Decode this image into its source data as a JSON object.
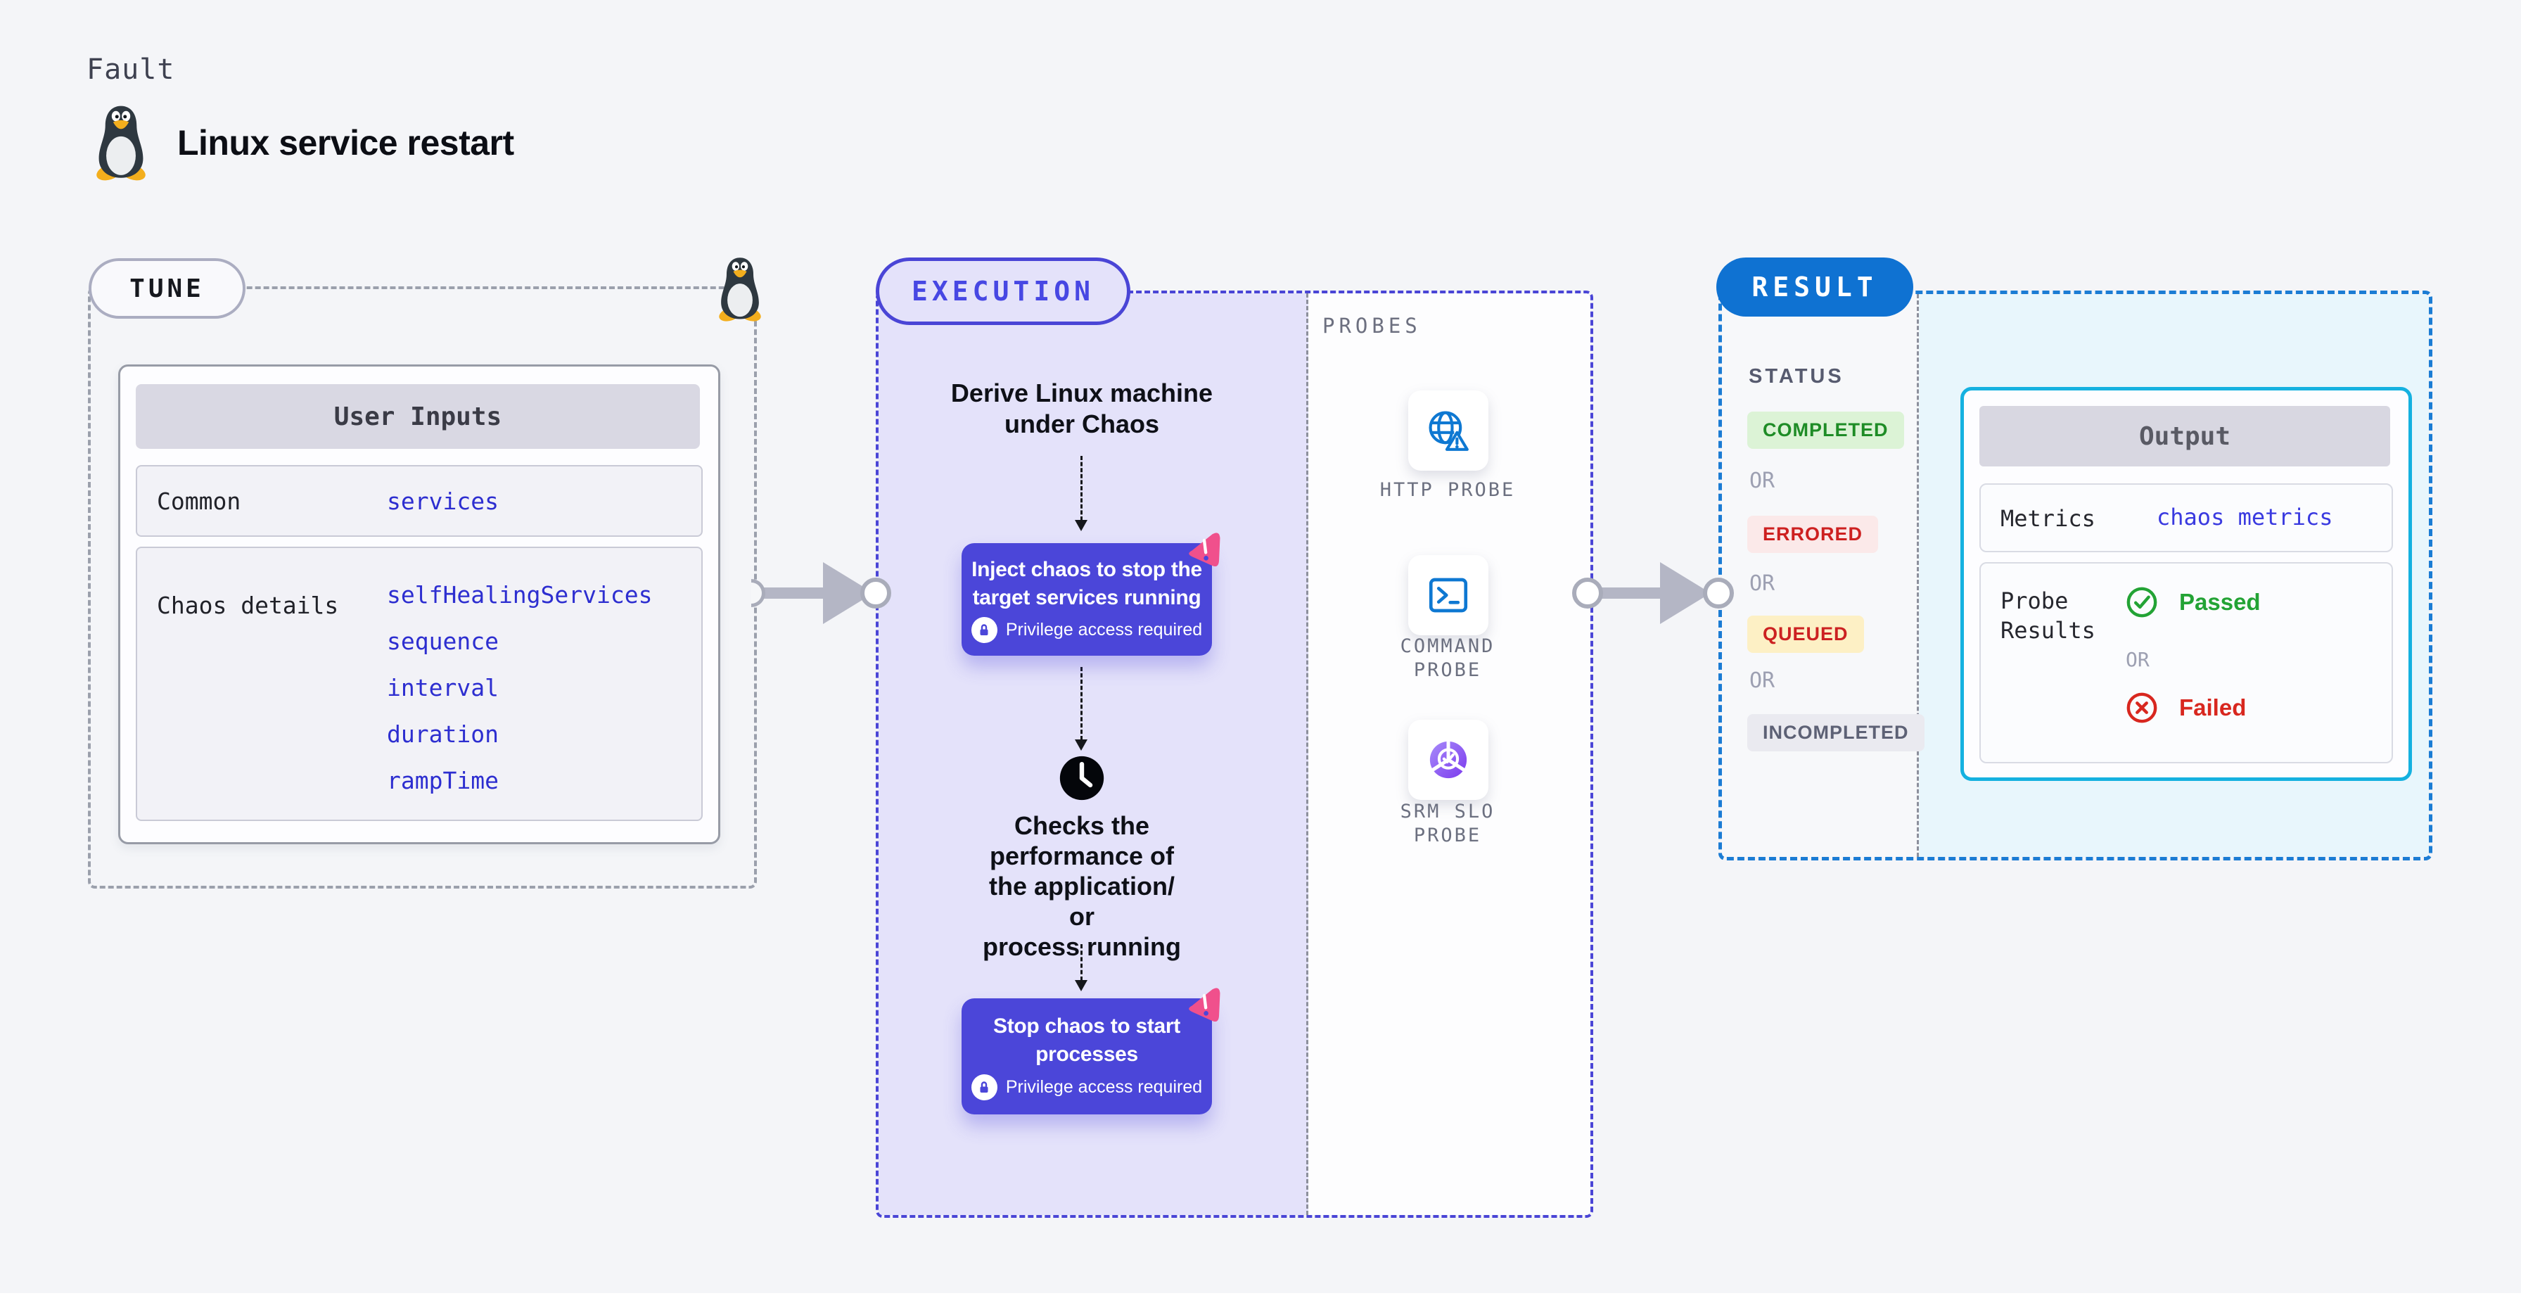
{
  "page": {
    "background": "#f4f5f8"
  },
  "header": {
    "eyebrow": "Fault",
    "title": "Linux service restart",
    "icon": "tux-penguin-icon"
  },
  "tune": {
    "pill": "TUNE",
    "user_inputs": {
      "header": "User Inputs",
      "rows": [
        {
          "label": "Common",
          "values": [
            "services"
          ]
        },
        {
          "label": "Chaos details",
          "values": [
            "selfHealingServices",
            "sequence",
            "interval",
            "duration",
            "rampTime"
          ]
        }
      ]
    }
  },
  "execution": {
    "pill": "EXECUTION",
    "derive_lines": [
      "Derive Linux machine",
      "under Chaos"
    ],
    "inject_step": {
      "lines": [
        "Inject chaos to stop the",
        "target services running"
      ],
      "badge": "Privilege access required",
      "corner_icon": "chaos-scenario-icon",
      "badge_icon": "lock-icon"
    },
    "checks_lines": [
      "Checks the",
      "performance of",
      "the application/ or",
      "process running"
    ],
    "wait_icon": "clock-icon",
    "stop_step": {
      "lines": [
        "Stop chaos to start",
        "processes"
      ],
      "badge": "Privilege access required",
      "corner_icon": "chaos-scenario-icon",
      "badge_icon": "lock-icon"
    }
  },
  "probes": {
    "heading": "PROBES",
    "items": [
      {
        "name": "HTTP PROBE",
        "icon": "http-probe-icon"
      },
      {
        "name": "COMMAND PROBE",
        "icon": "command-probe-icon"
      },
      {
        "name": "SRM SLO PROBE",
        "icon": "srm-slo-probe-icon"
      }
    ]
  },
  "result": {
    "pill": "RESULT",
    "status": {
      "heading": "STATUS",
      "or_label": "OR",
      "badges": [
        {
          "text": "COMPLETED",
          "color": "#1e8c26",
          "background": "#dcf3d6"
        },
        {
          "text": "ERRORED",
          "color": "#cd2020",
          "background": "#fbe9e9"
        },
        {
          "text": "QUEUED",
          "color": "#cc2121",
          "background": "#fdf0c5"
        },
        {
          "text": "INCOMPLETED",
          "color": "#5d6175",
          "background": "#eaeaf0"
        }
      ]
    },
    "output": {
      "header": "Output",
      "metrics": {
        "label": "Metrics",
        "value": "chaos metrics"
      },
      "probe_results": {
        "label": "Probe Results",
        "passed": "Passed",
        "or_label": "OR",
        "failed": "Failed",
        "passed_icon": "check-circle-icon",
        "failed_icon": "x-circle-icon"
      }
    }
  },
  "colors": {
    "accent_indigo": "#4a45d6",
    "accent_blue": "#0f72d2",
    "accent_cyan": "#15b1e0",
    "action_box": "#4b46d9",
    "code_value": "#2d2ed0",
    "passed_green": "#23a335",
    "failed_red": "#d8271f",
    "pink_logo": "#f0508c",
    "probe_icon_blue": "#0e78d2",
    "srm_purple": "#7c3aed"
  }
}
